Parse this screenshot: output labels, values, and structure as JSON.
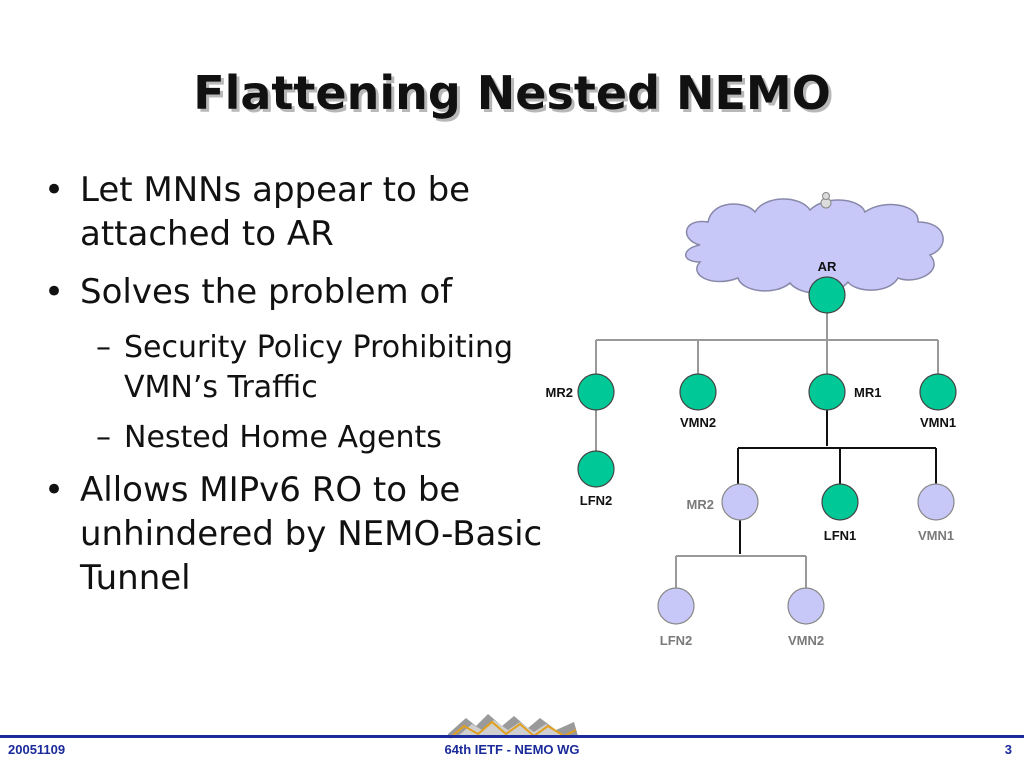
{
  "title": "Flattening Nested NEMO",
  "bullets": [
    {
      "text": "Let MNNs appear to be attached to AR"
    },
    {
      "text": "Solves the problem of",
      "sub": [
        {
          "text": "Security Policy Prohibiting VMN’s Traffic"
        },
        {
          "text": "Nested Home Agents"
        }
      ]
    },
    {
      "text": "Allows MIPv6 RO to be unhindered by NEMO-Basic Tunnel"
    }
  ],
  "diagram": {
    "nodes": {
      "ar": "AR",
      "mr2_top": "MR2",
      "vmn2_top": "VMN2",
      "mr1": "MR1",
      "vmn1_top": "VMN1",
      "lfn2_top": "LFN2",
      "mr2_virtual": "MR2",
      "lfn1": "LFN1",
      "vmn1_virtual": "VMN1",
      "lfn2_virtual": "LFN2",
      "vmn2_virtual": "VMN2"
    },
    "colors": {
      "active_node": "#00c896",
      "virtual_node": "#c8c8f8",
      "cloud": "#c8c8f8",
      "label_active": "#111111",
      "label_virtual": "#7a7a7a"
    }
  },
  "footer": {
    "date": "20051109",
    "center": "64th IETF - NEMO WG",
    "page": "3"
  }
}
